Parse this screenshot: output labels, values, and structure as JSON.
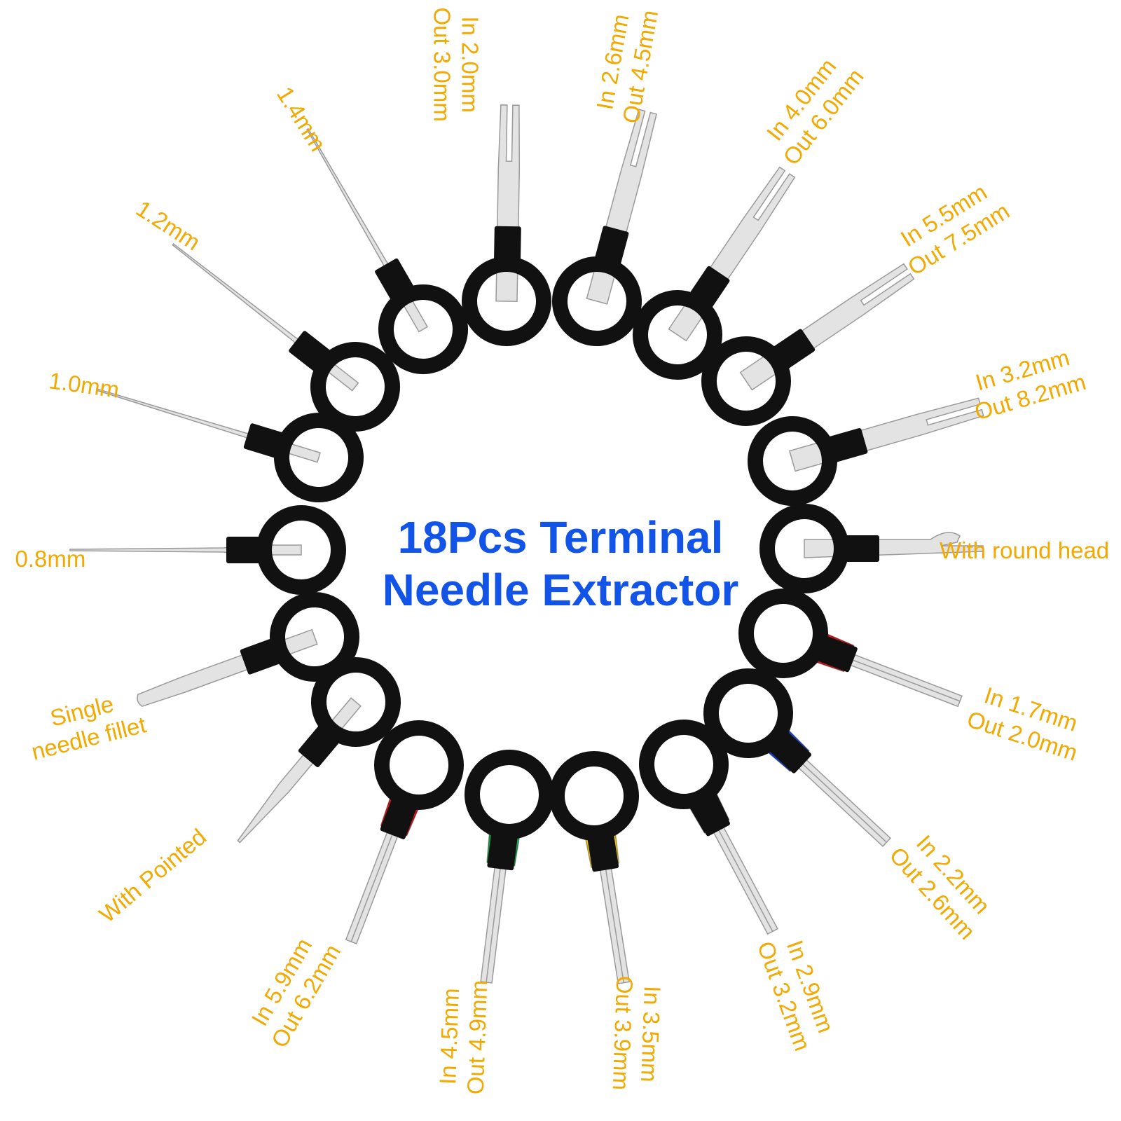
{
  "title": {
    "line1": "18Pcs Terminal",
    "line2": "Needle Extractor"
  },
  "colors": {
    "title": "#1254e8",
    "label": "#f2a900",
    "ring": "#111111",
    "steel": "#e3e3e3",
    "steel_edge": "#9a9a9a"
  },
  "tools": [
    {
      "id": "t01",
      "tip": "needle",
      "lines": [
        "0.8mm"
      ]
    },
    {
      "id": "t02",
      "tip": "needle",
      "lines": [
        "1.0mm"
      ]
    },
    {
      "id": "t03",
      "tip": "needle",
      "lines": [
        "1.2mm"
      ]
    },
    {
      "id": "t04",
      "tip": "needle",
      "lines": [
        "1.4mm"
      ]
    },
    {
      "id": "t05",
      "tip": "fork",
      "lines": [
        "In 2.0mm",
        "Out 3.0mm"
      ]
    },
    {
      "id": "t06",
      "tip": "fork",
      "lines": [
        "In 2.6mm",
        "Out 4.5mm"
      ]
    },
    {
      "id": "t07",
      "tip": "fork",
      "lines": [
        "In 4.0mm",
        "Out 6.0mm"
      ]
    },
    {
      "id": "t08",
      "tip": "fork",
      "lines": [
        "In 5.5mm",
        "Out 7.5mm"
      ]
    },
    {
      "id": "t09",
      "tip": "fork",
      "lines": [
        "In 3.2mm",
        "Out 8.2mm"
      ]
    },
    {
      "id": "t10",
      "tip": "roundhead",
      "lines": [
        "With round head"
      ]
    },
    {
      "id": "t11",
      "tip": "tube",
      "sleeve": "#d9141e",
      "lines": [
        "In 1.7mm",
        "Out 2.0mm"
      ]
    },
    {
      "id": "t12",
      "tip": "tube",
      "sleeve": "#1743c8",
      "lines": [
        "In 2.2mm",
        "Out 2.6mm"
      ]
    },
    {
      "id": "t13",
      "tip": "tube",
      "sleeve": "#151515",
      "lines": [
        "In 2.9mm",
        "Out 3.2mm"
      ]
    },
    {
      "id": "t14",
      "tip": "tube",
      "sleeve": "#f2c800",
      "lines": [
        "In 3.5mm",
        "Out 3.9mm"
      ]
    },
    {
      "id": "t15",
      "tip": "tube",
      "sleeve": "#16a84a",
      "lines": [
        "In 4.5mm",
        "Out 4.9mm"
      ]
    },
    {
      "id": "t16",
      "tip": "tube",
      "sleeve": "#d9141e",
      "lines": [
        "In 5.9mm",
        "Out 6.2mm"
      ]
    },
    {
      "id": "t17",
      "tip": "pointed",
      "lines": [
        "With Pointed"
      ]
    },
    {
      "id": "t18",
      "tip": "fillet",
      "lines": [
        "Single",
        "needle fillet"
      ]
    }
  ]
}
